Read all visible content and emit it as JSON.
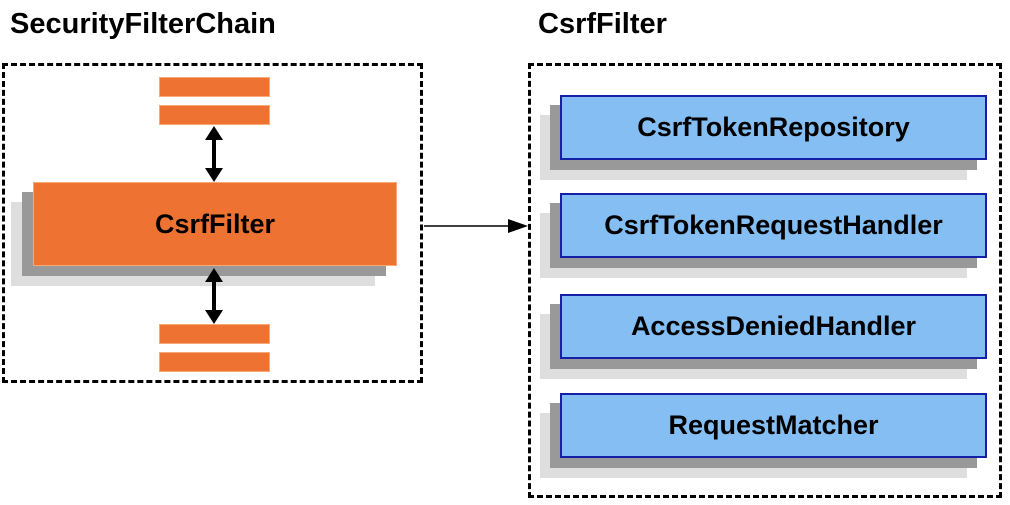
{
  "left_panel": {
    "title": "SecurityFilterChain",
    "filter_box_label": "CsrfFilter",
    "other_filters": "unlabeled filter placeholder bars"
  },
  "right_panel": {
    "title": "CsrfFilter",
    "components": [
      "CsrfTokenRepository",
      "CsrfTokenRequestHandler",
      "AccessDeniedHandler",
      "RequestMatcher"
    ]
  },
  "colors": {
    "accent_orange": "#EE7333",
    "component_blue": "#84BEF2",
    "component_border_blue": "#1420A5",
    "shadow_dark": "#999999",
    "shadow_light": "#DEDEDE",
    "outline_black": "#000000"
  }
}
